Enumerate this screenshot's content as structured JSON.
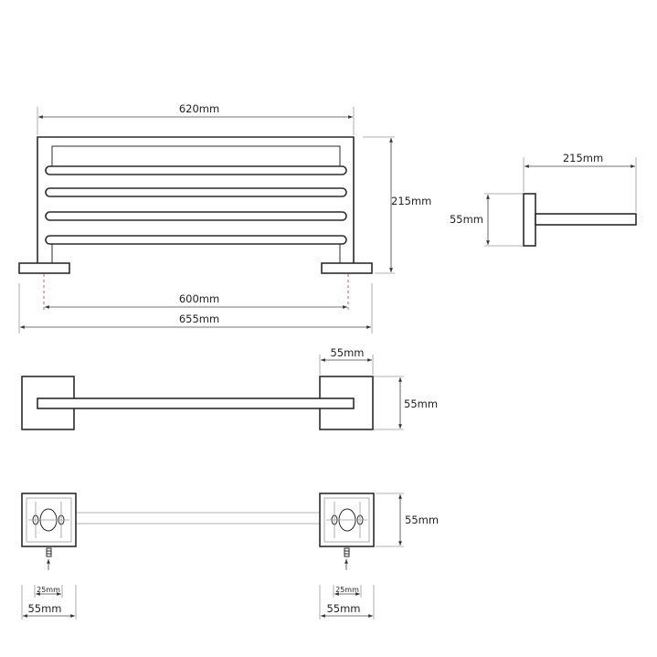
{
  "front_view": {
    "width_top": "620mm",
    "height": "215mm",
    "bracket_centers": "600mm",
    "overall_width": "655mm"
  },
  "side_view": {
    "depth": "215mm",
    "base_height": "55mm"
  },
  "top_view": {
    "base_width": "55mm",
    "base_depth": "55mm"
  },
  "back_view": {
    "base_height": "55mm",
    "hole_spacing_left": "25mm",
    "hole_spacing_right": "25mm",
    "base_width_left": "55mm",
    "base_width_right": "55mm"
  }
}
